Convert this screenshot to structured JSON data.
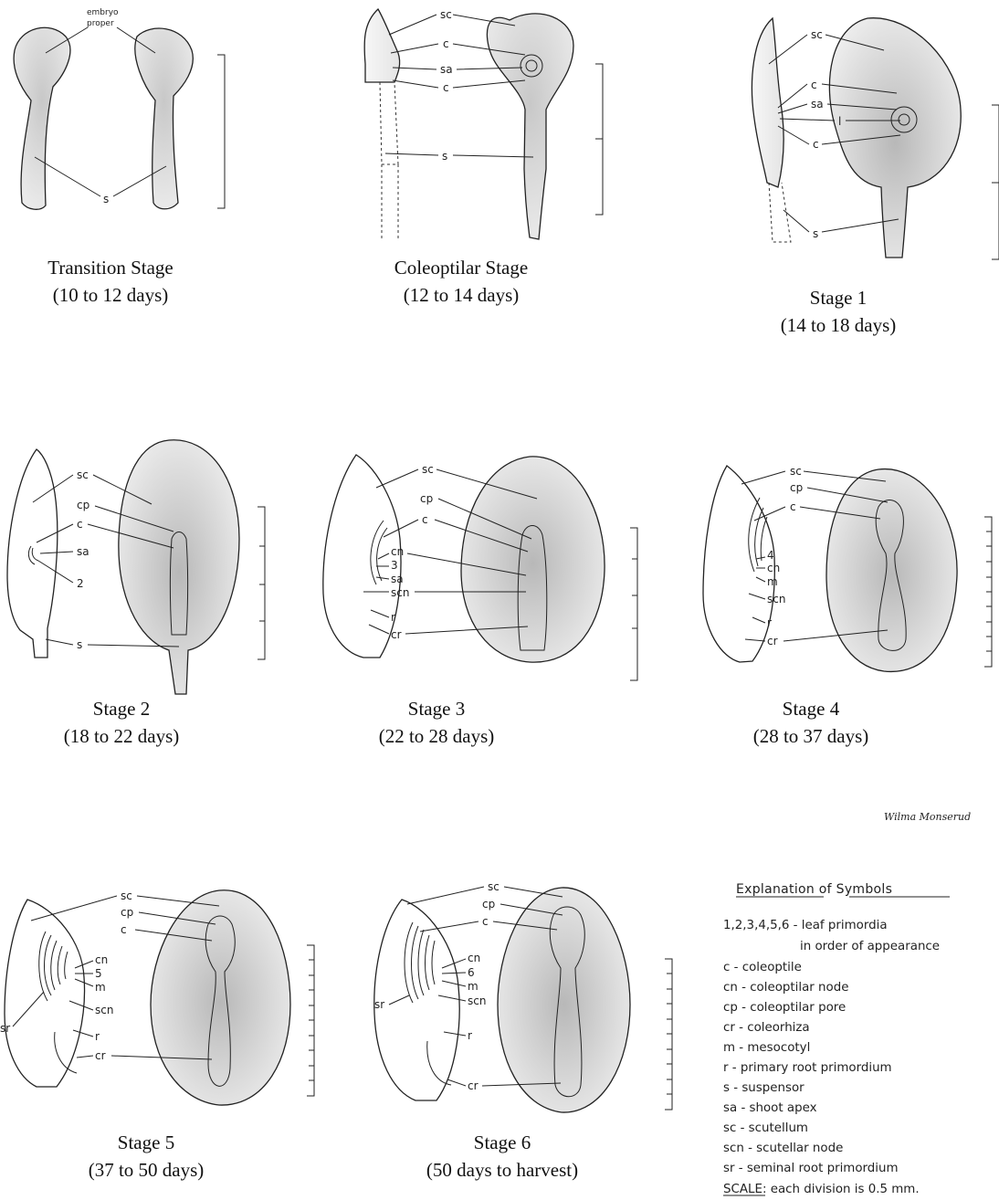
{
  "captions": {
    "transition": [
      "Transition Stage",
      "(10 to 12 days)"
    ],
    "coleoptilar": [
      "Coleoptilar Stage",
      "(12 to 14 days)"
    ],
    "stage1": [
      "Stage 1",
      "(14 to 18 days)"
    ],
    "stage2": [
      "Stage 2",
      "(18 to 22 days)"
    ],
    "stage3": [
      "Stage 3",
      "(22 to 28 days)"
    ],
    "stage4": [
      "Stage 4",
      "(28 to 37 days)"
    ],
    "stage5": [
      "Stage 5",
      "(37 to 50 days)"
    ],
    "stage6": [
      "Stage 6",
      "(50 days to harvest)"
    ]
  },
  "labels": {
    "embryo_proper": [
      "embryo",
      "proper"
    ],
    "c": "c",
    "cn": "cn",
    "cp": "cp",
    "cr": "cr",
    "m": "m",
    "r": "r",
    "s": "s",
    "sa": "sa",
    "sc": "sc",
    "scn": "scn",
    "sr": "sr",
    "l": "l",
    "n2": "2",
    "n3": "3",
    "n4": "4",
    "n5": "5",
    "n6": "6"
  },
  "signature": "Wilma Monserud",
  "explanation": {
    "heading": "Explanation of Symbols",
    "items": [
      "1,2,3,4,5,6 - leaf primordia",
      "in order of appearance",
      "c   - coleoptile",
      "cn - coleoptilar node",
      "cp - coleoptilar pore",
      "cr - coleorhiza",
      "m  - mesocotyl",
      "r   - primary root primordium",
      "s   - suspensor",
      "sa - shoot apex",
      "sc - scutellum",
      "scn - scutellar node",
      "sr - seminal root primordium"
    ],
    "scale_key": "SCALE",
    "scale_text": ": each division is 0.5 mm."
  },
  "colors": {
    "ink": "#222222",
    "stipple": "#d9d9d9",
    "stipple_dark": "#b8b8b8",
    "background": "#ffffff"
  }
}
